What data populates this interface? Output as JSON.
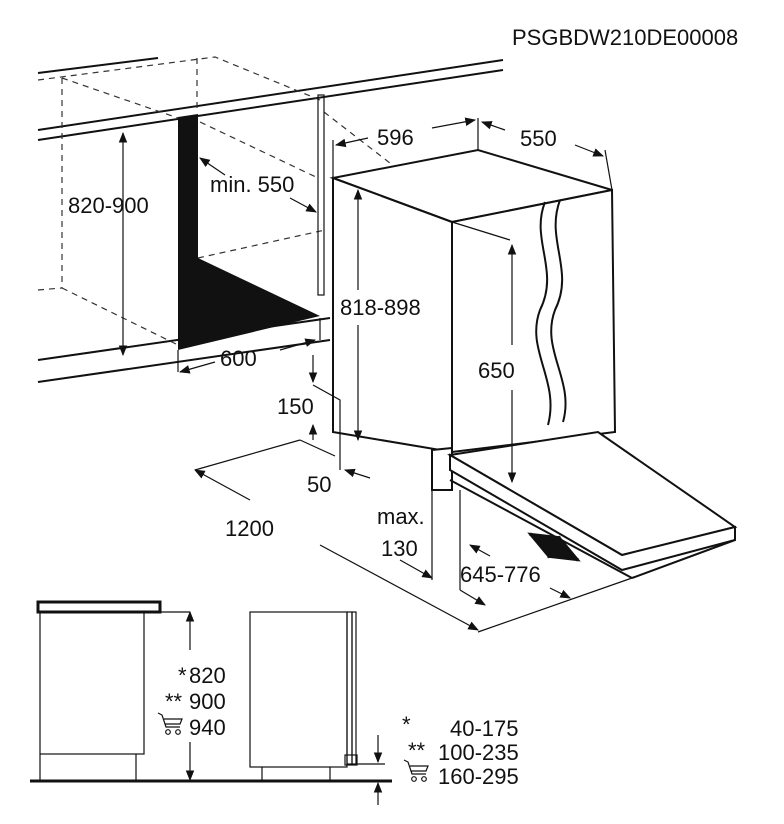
{
  "diagram": {
    "code": "PSGBDW210DE00008",
    "dimensions": {
      "niche_height": "820-900",
      "min_depth": "min. 550",
      "niche_width": "600",
      "appliance_width": "596",
      "appliance_depth": "550",
      "appliance_height": "818-898",
      "door_height": "650",
      "plinth_height": "150",
      "plinth_offset": "50",
      "door_swing": "1200",
      "max_label": "max.",
      "max_value": "130",
      "door_panel_range": "645-776"
    },
    "side_view": {
      "heights": [
        {
          "marker": "*",
          "value": "820"
        },
        {
          "marker": "**",
          "value": "900"
        },
        {
          "marker": "cart-icon",
          "value": "940"
        }
      ],
      "plinth_ranges": [
        {
          "marker": "*",
          "value": "40-175"
        },
        {
          "marker": "**",
          "value": "100-235"
        },
        {
          "marker": "cart-icon",
          "value": "160-295"
        }
      ]
    }
  }
}
